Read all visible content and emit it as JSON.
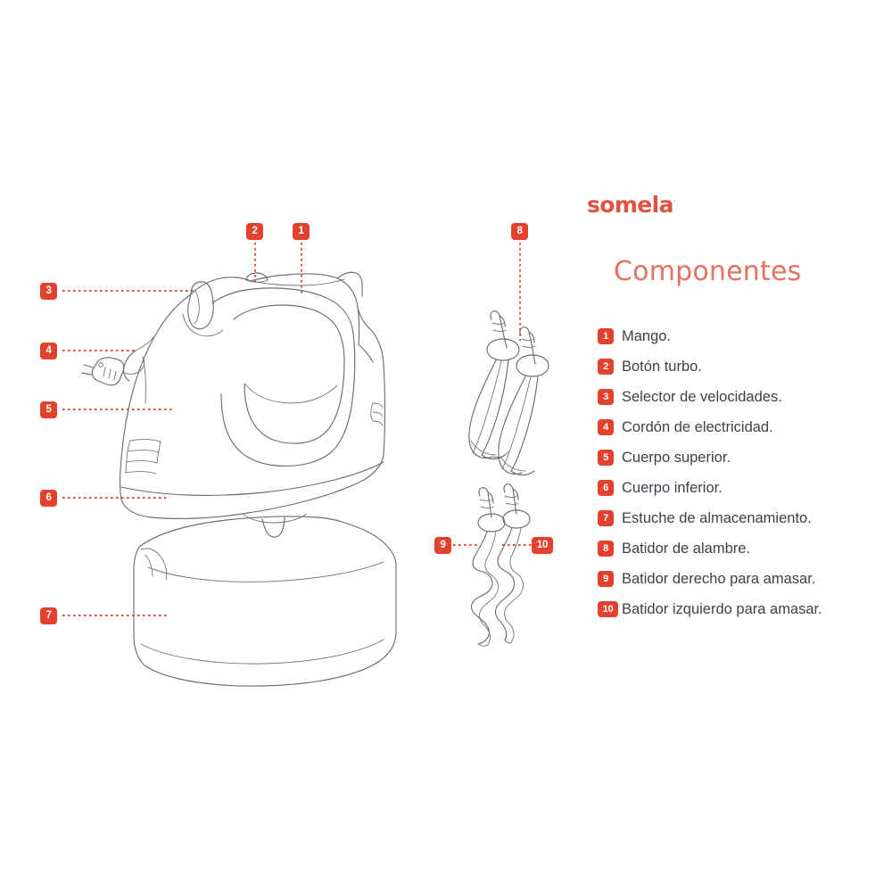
{
  "brand": {
    "logo": "somela",
    "trademark": "·"
  },
  "panel": {
    "title": "Componentes"
  },
  "colors": {
    "accent": "#e2412d",
    "title": "#e3715e",
    "logo": "#e0523e",
    "text": "#3c4148",
    "line_art": "#6e6a74",
    "background": "#ffffff"
  },
  "components": [
    {
      "number": "1",
      "label": "Mango."
    },
    {
      "number": "2",
      "label": "Botón turbo."
    },
    {
      "number": "3",
      "label": "Selector de velocidades."
    },
    {
      "number": "4",
      "label": "Cordón de electricidad."
    },
    {
      "number": "5",
      "label": "Cuerpo superior."
    },
    {
      "number": "6",
      "label": "Cuerpo inferior."
    },
    {
      "number": "7",
      "label": "Estuche de almacenamiento."
    },
    {
      "number": "8",
      "label": "Batidor de alambre."
    },
    {
      "number": "9",
      "label": "Batidor derecho para amasar."
    },
    {
      "number": "10",
      "label": "Batidor izquierdo para amasar."
    }
  ],
  "callouts": [
    {
      "number": "1",
      "target": "mango"
    },
    {
      "number": "2",
      "target": "boton-turbo"
    },
    {
      "number": "3",
      "target": "selector-de-velocidades"
    },
    {
      "number": "4",
      "target": "cordon-de-electricidad"
    },
    {
      "number": "5",
      "target": "cuerpo-superior"
    },
    {
      "number": "6",
      "target": "cuerpo-inferior"
    },
    {
      "number": "7",
      "target": "estuche-de-almacenamiento"
    },
    {
      "number": "8",
      "target": "batidor-de-alambre"
    },
    {
      "number": "9",
      "target": "batidor-derecho-para-amasar"
    },
    {
      "number": "10",
      "target": "batidor-izquierdo-para-amasar"
    }
  ]
}
